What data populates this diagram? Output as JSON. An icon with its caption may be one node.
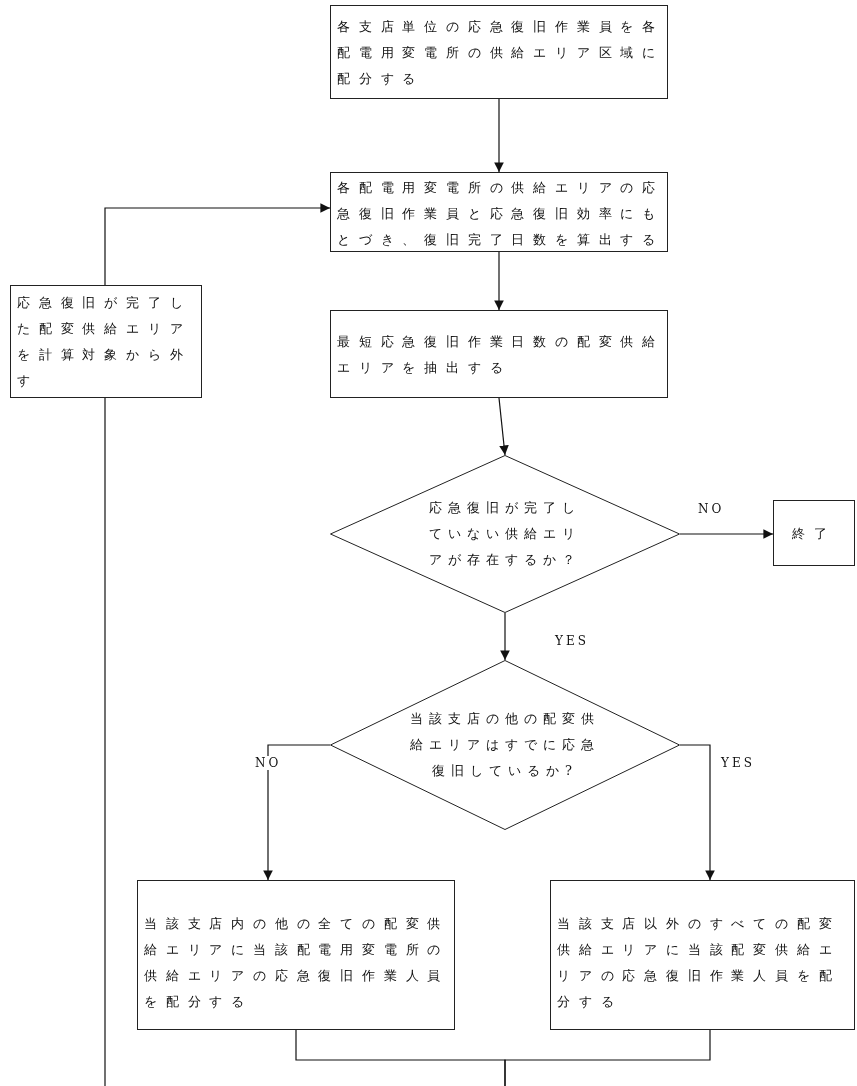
{
  "diagram": {
    "nodes": [
      {
        "text": [
          "各支店単位の応急復旧作業員を各配電用変電所の供給エリア区域に配分する"
        ]
      },
      {
        "text": [
          "各配電用変電所の供給エリアの応急復旧作業員と応急復旧効率にもとづき、復旧完了日数を算出する"
        ]
      },
      {
        "text": [
          "応急復旧が完了した配変供給エリアを計算対象から外す"
        ]
      },
      {
        "text": [
          "最短応急復旧作業日数の配変供給エリアを抽出する"
        ]
      },
      {
        "text": [
          "応急復旧が完了していない供給エリアが存在するか？"
        ]
      },
      {
        "text": [
          "終了"
        ]
      },
      {
        "text": [
          "当該支店の他の配変供給エリアはすでに応急復旧しているか?"
        ]
      },
      {
        "text": [
          "当該支店内の他の全ての配変供給エリアに当該配電用変電所の供給エリアの応急復旧作業人員を配分する"
        ]
      },
      {
        "text": [
          "当該支店以外のすべての配変供給エリアに当該配変供給エリアの応急復旧作業人員を配分する"
        ]
      }
    ],
    "edges": [
      {
        "from": 0,
        "to": 1,
        "arrow": "to"
      },
      {
        "from": 1,
        "to": 3,
        "arrow": "to"
      },
      {
        "from": 3,
        "to": 4,
        "arrow": "to"
      },
      {
        "from": 4,
        "to": 5,
        "arrow": "to",
        "label": "NO"
      },
      {
        "from": 4,
        "to": 6,
        "arrow": "to",
        "label": "YES"
      },
      {
        "from": 6,
        "to": 7,
        "arrow": "to",
        "label": "NO"
      },
      {
        "from": 6,
        "to": 8,
        "arrow": "to",
        "label": "YES"
      },
      {
        "from": 2,
        "to": 1,
        "arrow": "to"
      },
      {
        "from": null,
        "to": 2,
        "arrow": "none"
      },
      {
        "from": 7,
        "to": null,
        "arrow": "none"
      },
      {
        "from": 8,
        "to": null,
        "arrow": "none"
      }
    ]
  }
}
